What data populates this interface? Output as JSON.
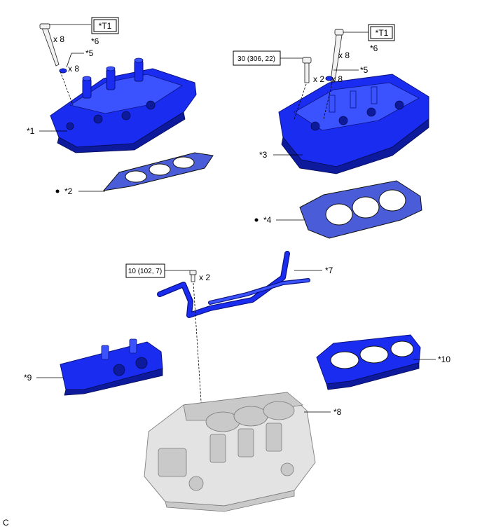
{
  "labels": {
    "c1": "*1",
    "c2": "*2",
    "c3": "*3",
    "c4": "*4",
    "c5a": "*5",
    "c5b": "*5",
    "c6a": "*6",
    "c6b": "*6",
    "c7": "*7",
    "c8": "*8",
    "c9": "*9",
    "c10": "*10",
    "t1a": "*T1",
    "t1b": "*T1",
    "corner": "C"
  },
  "quantities": {
    "q_bolt_left": "x 8",
    "q_washer_left": "x 8",
    "q_bolt_right": "x 8",
    "q_washer_right": "x 8",
    "q_bolt_small": "x 2",
    "q_pipe_bolt": "x 2"
  },
  "torques": {
    "right_head": "30 (306, 22)",
    "water_pipe": "10 (102, 7)"
  },
  "colors": {
    "part_blue": "#1a2cf0",
    "block_grey": "#e3e3e3"
  },
  "icons": {
    "new_part_marker": "bullet-dot"
  }
}
